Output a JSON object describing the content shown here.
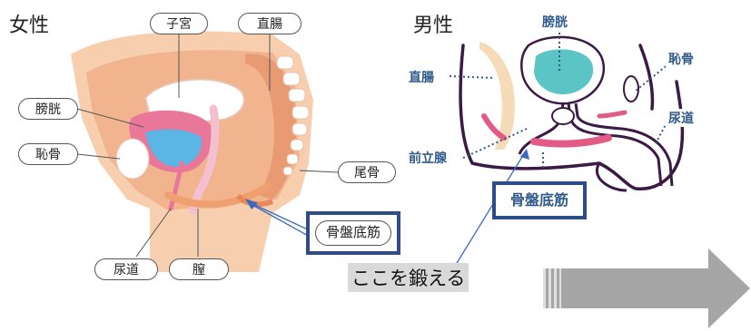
{
  "female": {
    "heading": "女性",
    "labels": {
      "uterus": "子宮",
      "rectum": "直腸",
      "bladder": "膀胱",
      "pubis": "恥骨",
      "coccyx": "尾骨",
      "urethra": "尿道",
      "vagina": "膣"
    },
    "callout": "骨盤底筋"
  },
  "male": {
    "heading": "男性",
    "labels": {
      "bladder": "膀胱",
      "pubis": "恥骨",
      "rectum": "直腸",
      "urethra": "尿道",
      "prostate": "前立腺"
    },
    "callout": "骨盤底筋"
  },
  "tagline": "ここを鍛える",
  "colors": {
    "callout_border": "#2e4c8c",
    "label_blue": "#2f5a8a",
    "pointer_line": "#3a6ac0",
    "arrow_gray": "#a6a6a6",
    "muscle_pink": "#e25a86",
    "bladder_teal": "#5bc4c4"
  }
}
